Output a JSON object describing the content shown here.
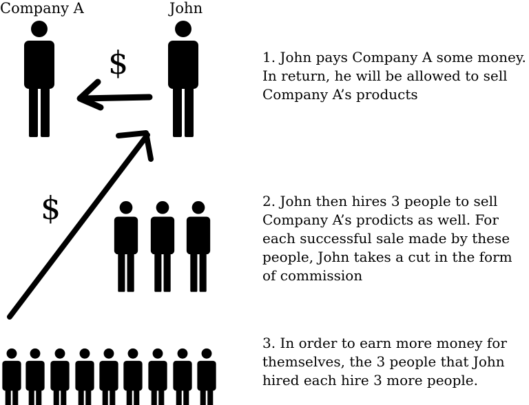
{
  "labels": {
    "company": "Company A",
    "john": "John"
  },
  "money_symbol": "$",
  "steps": [
    {
      "text": "1. John pays Company A some money.\nIn return, he will be allowed to sell\nCompany A’s products"
    },
    {
      "text": "2. John then hires 3 people to sell\nCompany A’s prodicts as well. For\neach successful sale made by these\npeople, John takes a cut in the form\nof commission"
    },
    {
      "text": "3. In order to earn more money for\nthemselves, the 3 people that John\nhired each hire 3 more people."
    }
  ],
  "figure_color": "#000000"
}
